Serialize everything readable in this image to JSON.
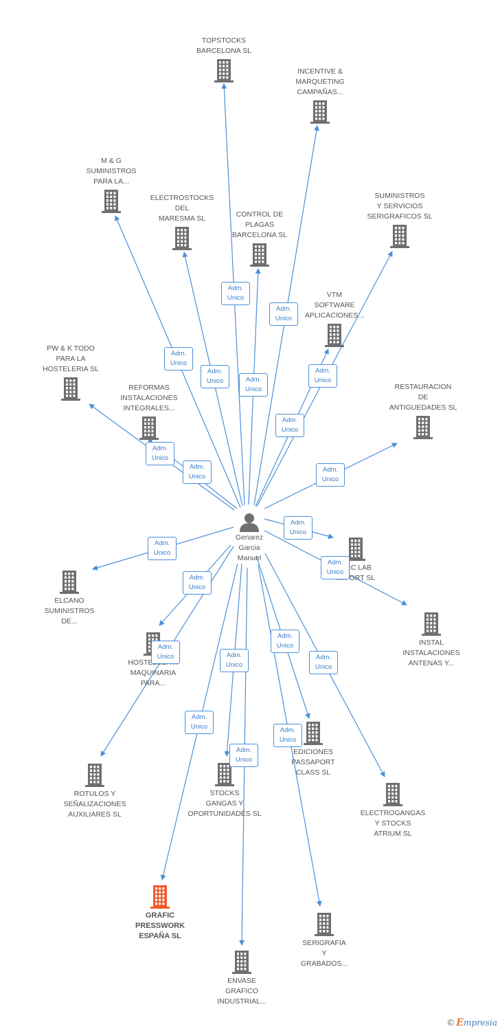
{
  "colors": {
    "edge": "#4a90d9",
    "building": "#6f6f6f",
    "highlight_building": "#f15a2b",
    "label": "#555555"
  },
  "person": {
    "name": "Genarez\nGarcia\nManuel",
    "icon": "person-icon"
  },
  "edge_label": "Adm.\nUnico",
  "companies": [
    {
      "id": "topstocks",
      "name": "TOPSTOCKS\nBARCELONA SL",
      "icon": "building-icon"
    },
    {
      "id": "incentive",
      "name": "INCENTIVE &\nMARQUETING\nCAMPAÑAS...",
      "icon": "building-icon"
    },
    {
      "id": "mg",
      "name": "M & G\nSUMINISTROS\nPARA LA...",
      "icon": "building-icon"
    },
    {
      "id": "electrostocks",
      "name": "ELECTROSTOCKS\nDEL\nMARESMA SL",
      "icon": "building-icon"
    },
    {
      "id": "control",
      "name": "CONTROL DE\nPLAGAS\nBARCELONA SL",
      "icon": "building-icon"
    },
    {
      "id": "suministros",
      "name": "SUMINISTROS\nY SERVICIOS\nSERIGRAFICOS SL",
      "icon": "building-icon"
    },
    {
      "id": "vtm",
      "name": "VTM\nSOFTWARE\nAPLICACIONES...",
      "icon": "building-icon"
    },
    {
      "id": "pwk",
      "name": "PW & K TODO\nPARA LA\nHOSTELERIA SL",
      "icon": "building-icon"
    },
    {
      "id": "reformas",
      "name": "REFORMAS\nINSTALACIONES\nINTEGRALES...",
      "icon": "building-icon"
    },
    {
      "id": "restauracion",
      "name": "RESTAURACION\nDE\nANTIGUEDADES SL",
      "icon": "building-icon"
    },
    {
      "id": "lab",
      "name": "...EC LAB\nIMPORT SL",
      "icon": "building-icon"
    },
    {
      "id": "elcano",
      "name": "ELCANO\nSUMINISTROS\nDE...",
      "icon": "building-icon"
    },
    {
      "id": "instal",
      "name": "INSTAL\nINSTALACIONES\nANTENAS Y...",
      "icon": "building-icon"
    },
    {
      "id": "hostelservi",
      "name": "HOSTELSERVI\nMAQUINARIA\nPARA...",
      "icon": "building-icon"
    },
    {
      "id": "ediciones",
      "name": "EDICIONES\nPASSAPORT\nCLASS SL",
      "icon": "building-icon"
    },
    {
      "id": "rotulos",
      "name": "ROTULOS Y\nSEÑALIZACIONES\nAUXILIARES SL",
      "icon": "building-icon"
    },
    {
      "id": "stocks",
      "name": "STOCKS\nGANGAS Y\nOPORTUNIDADES SL",
      "icon": "building-icon"
    },
    {
      "id": "electrogangas",
      "name": "ELECTROGANGAS\nY STOCKS\nATRIUM SL",
      "icon": "building-icon"
    },
    {
      "id": "grafic",
      "name": "GRAFIC\nPRESSWORK\nESPAÑA SL",
      "icon": "building-icon",
      "highlight": true
    },
    {
      "id": "serigrafia",
      "name": "SERIGRAFIA\nY\nGRABADOS...",
      "icon": "building-icon"
    },
    {
      "id": "envase",
      "name": "ENVASE\nGRAFICO\nINDUSTRIAL...",
      "icon": "building-icon"
    }
  ],
  "footer": {
    "copyright_symbol": "©",
    "brand_initial": "E",
    "brand_rest": "mpresia"
  }
}
